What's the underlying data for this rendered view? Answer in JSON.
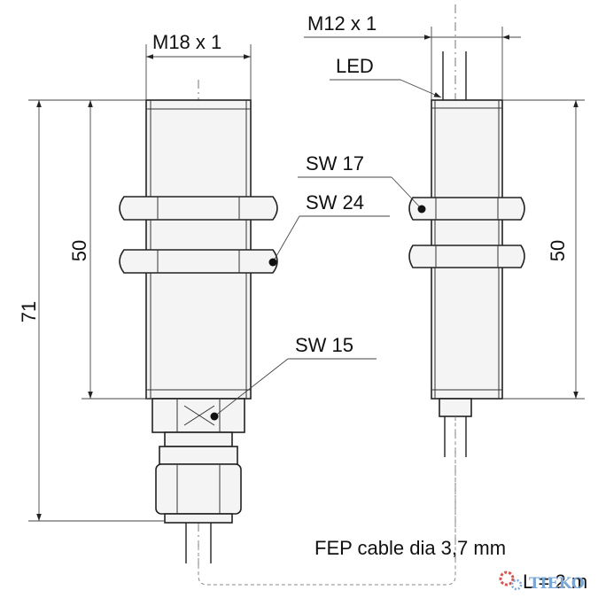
{
  "labels": {
    "thread_large": "M18 x 1",
    "thread_small": "M12 x 1",
    "led": "LED",
    "sw17": "SW 17",
    "sw24": "SW 24",
    "sw15": "SW 15",
    "dim_total": "71",
    "dim_body_left": "50",
    "dim_body_right": "50",
    "cable_spec": "FEP cable dia 3,7 mm",
    "cable_length": "L = 2 m"
  },
  "watermark": {
    "text": "TIEKO",
    "color": "#7aa6d6",
    "icon": "gear-logo"
  }
}
